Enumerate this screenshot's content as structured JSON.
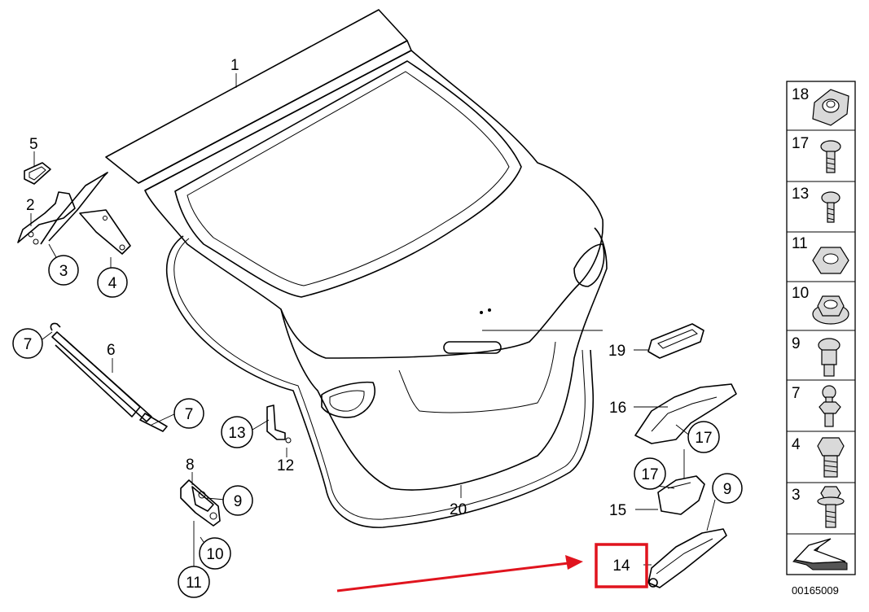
{
  "diagram_ref": "00165009",
  "callouts": {
    "c1": "1",
    "c2": "2",
    "c3": "3",
    "c4": "4",
    "c5": "5",
    "c6": "6",
    "c7a": "7",
    "c7b": "7",
    "c8": "8",
    "c9a": "9",
    "c9b": "9",
    "c10": "10",
    "c11": "11",
    "c12": "12",
    "c13": "13",
    "c14": "14",
    "c15": "15",
    "c16": "16",
    "c17a": "17",
    "c17b": "17",
    "c19": "19",
    "c20": "20"
  },
  "sidebar": {
    "items": [
      {
        "label": "18",
        "icon": "flange-nut-icon"
      },
      {
        "label": "17",
        "icon": "screw-icon"
      },
      {
        "label": "13",
        "icon": "screw-icon"
      },
      {
        "label": "11",
        "icon": "hex-nut-icon"
      },
      {
        "label": "10",
        "icon": "collar-nut-icon"
      },
      {
        "label": "9",
        "icon": "bolt-icon"
      },
      {
        "label": "7",
        "icon": "ball-stud-icon"
      },
      {
        "label": "4",
        "icon": "hex-bolt-icon"
      },
      {
        "label": "3",
        "icon": "flange-bolt-icon"
      }
    ],
    "arrow_icon": "direction-arrow-icon"
  },
  "highlight": {
    "color": "#e0141e",
    "target": "14"
  }
}
